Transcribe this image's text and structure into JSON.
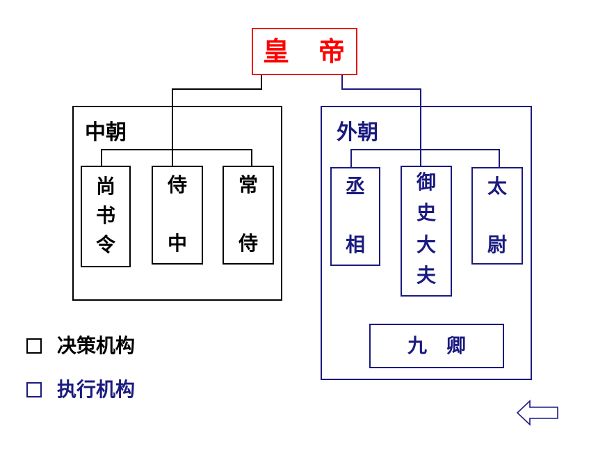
{
  "emperor": "皇　帝",
  "central_court": {
    "title": "中朝",
    "offices": [
      {
        "lines": [
          "尚",
          "书",
          "令"
        ]
      },
      {
        "lines": [
          "侍",
          "中"
        ]
      },
      {
        "lines": [
          "常",
          "侍"
        ]
      }
    ]
  },
  "outer_court": {
    "title": "外朝",
    "offices": [
      {
        "lines": [
          "丞",
          "相"
        ]
      },
      {
        "lines": [
          "御",
          "史",
          "大",
          "夫"
        ]
      },
      {
        "lines": [
          "太",
          "尉"
        ]
      }
    ],
    "nine_ministers": "九　卿"
  },
  "legend": [
    {
      "label": "决策机构",
      "color": "#000000"
    },
    {
      "label": "执行机构",
      "color": "#1a1a80"
    }
  ],
  "colors": {
    "emperor": "#ff0000",
    "central": "#000000",
    "outer": "#1a1a80"
  },
  "nav": {
    "icon": "left-arrow-icon"
  }
}
